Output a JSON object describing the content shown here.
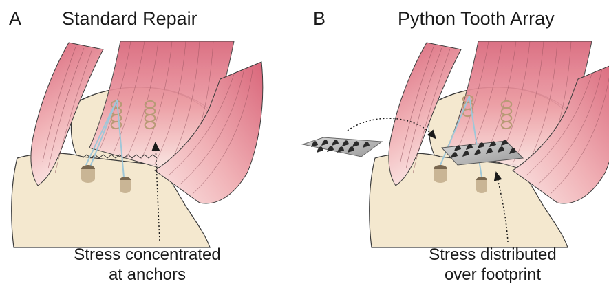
{
  "panels": [
    {
      "letter": "A",
      "title": "Standard Repair",
      "caption_line1": "Stress concentrated",
      "caption_line2": "at anchors"
    },
    {
      "letter": "B",
      "title": "Python Tooth Array",
      "caption_line1": "Stress distributed",
      "caption_line2": "over footprint"
    }
  ],
  "colors": {
    "bone": "#f4e8cf",
    "bone_outline": "#3a3a3a",
    "muscle_dark": "#d9667a",
    "muscle_light": "#fbe6e4",
    "suture": "#9fc7d8",
    "anchor": "#7a6850",
    "implant": "#b5b5b5",
    "tooth": "#2a2a2a"
  }
}
